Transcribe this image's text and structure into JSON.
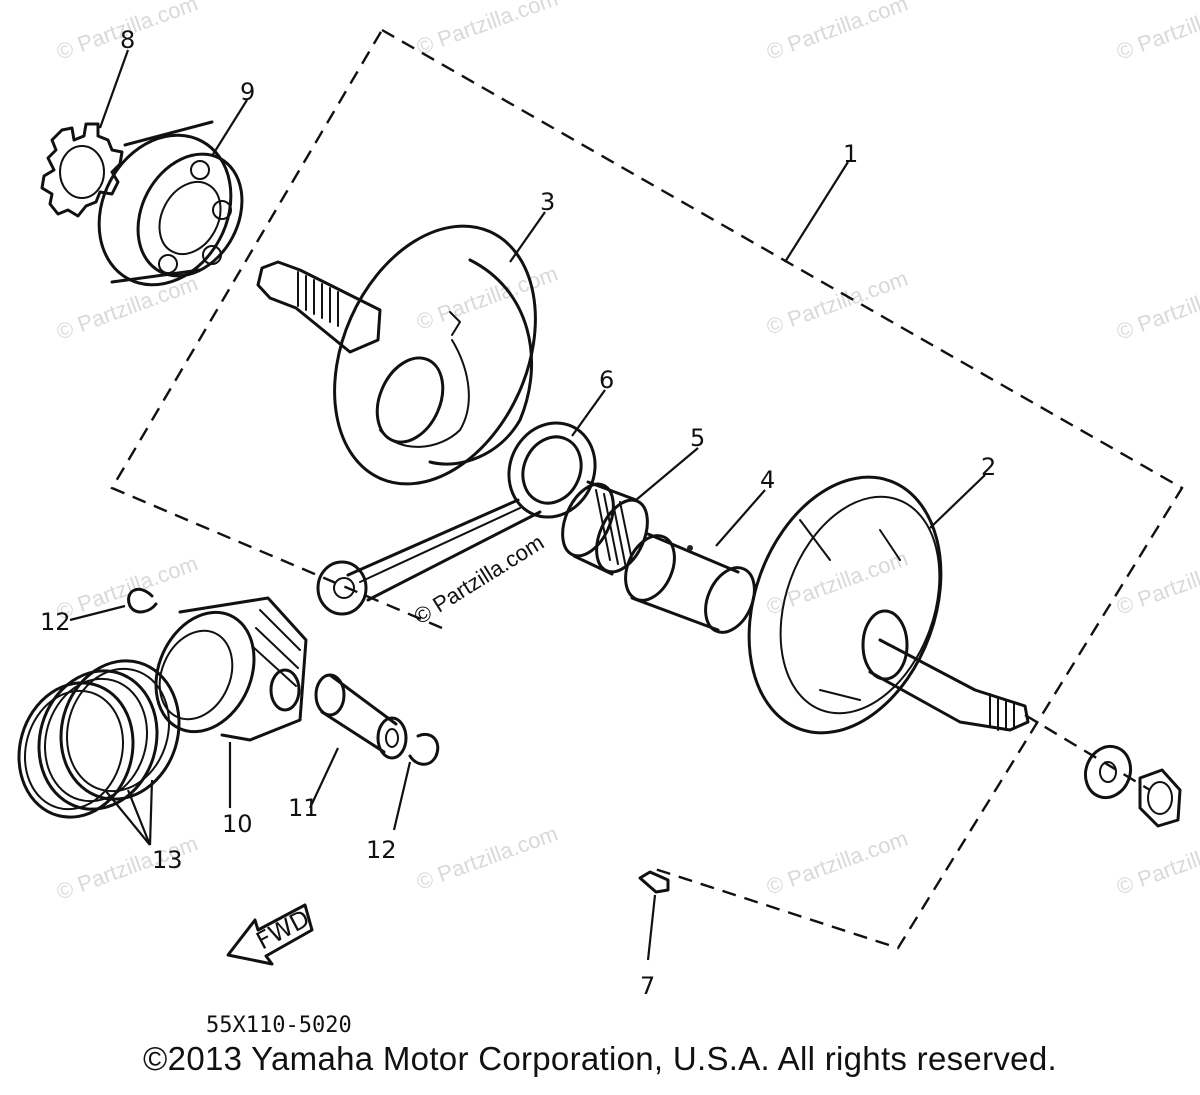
{
  "callouts": [
    "1",
    "2",
    "3",
    "4",
    "5",
    "6",
    "7",
    "8",
    "9",
    "10",
    "11",
    "12",
    "12",
    "13"
  ],
  "fwd_label": "FWD",
  "part_code": "55X110-5020",
  "watermark": "© Partzilla.com",
  "copyright": "©2013  Yamaha Motor Corporation, U.S.A. All rights reserved.",
  "colors": {
    "ink": "#111111",
    "background": "#ffffff",
    "watermark": "#d9d9d9"
  }
}
